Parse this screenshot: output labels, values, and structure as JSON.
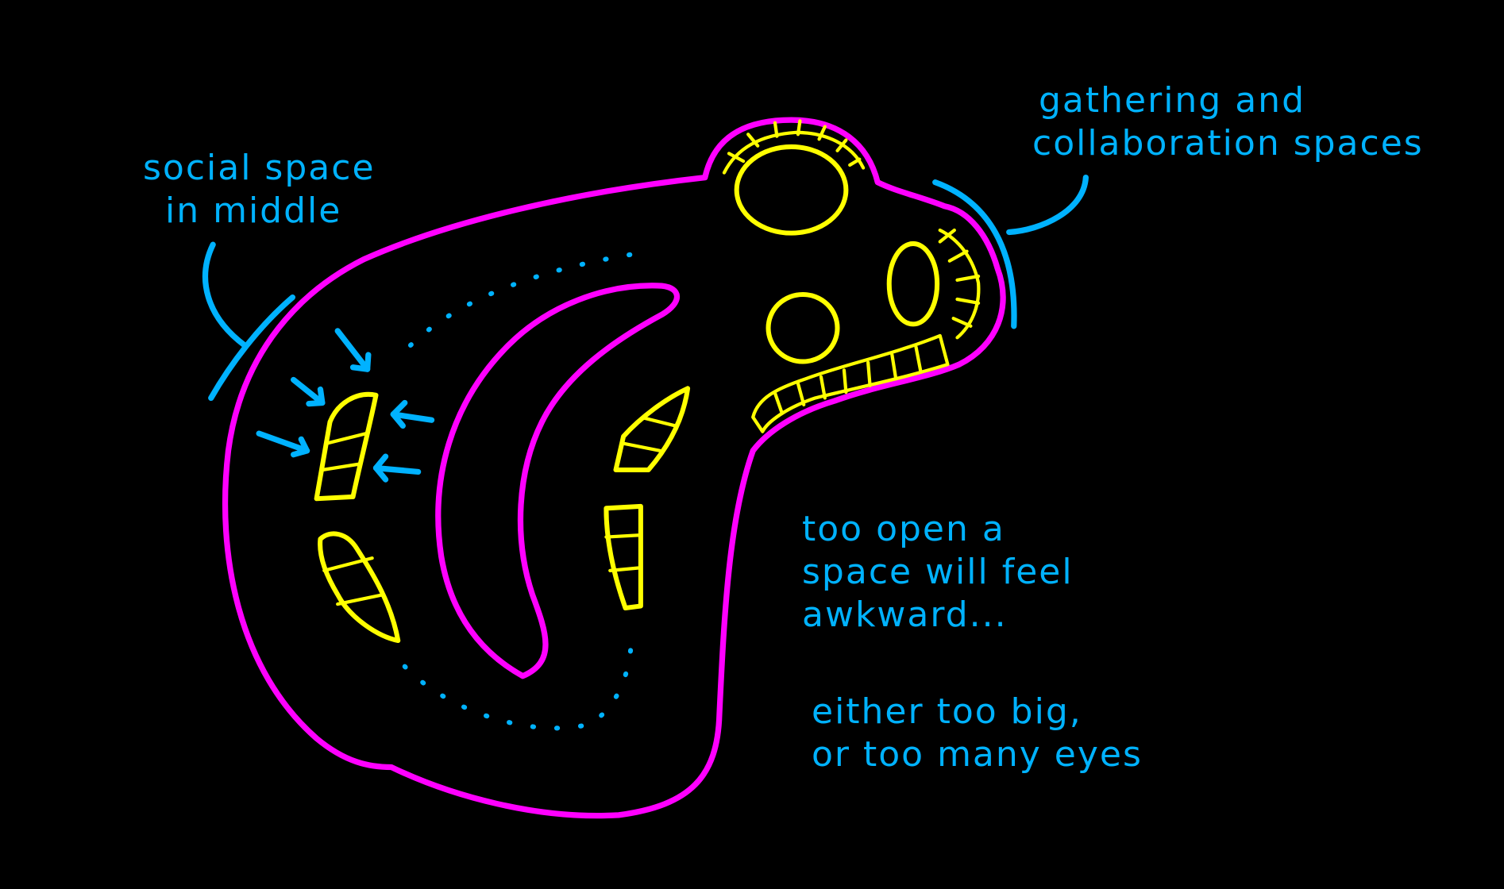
{
  "colors": {
    "background": "#000000",
    "outline": "#ff00ff",
    "furniture": "#ffff00",
    "annotation": "#00b2ff"
  },
  "annotations": {
    "social_space": [
      "social space",
      "in middle"
    ],
    "gathering": [
      "gathering and",
      "collaboration spaces"
    ],
    "too_open": [
      "too open a",
      "space will feel",
      "awkward..."
    ],
    "either": [
      "either too big,",
      "or too many eyes"
    ]
  }
}
